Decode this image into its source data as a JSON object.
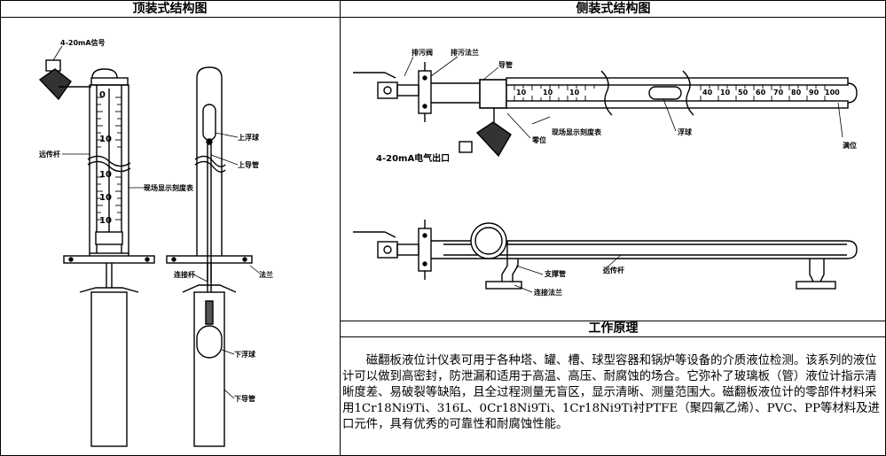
{
  "headers": {
    "top_mount": "顶装式结构图",
    "side_mount": "侧装式结构图",
    "principle": "工作原理"
  },
  "top_labels": {
    "signal": "4-20mA信号",
    "transmitter": "远传杆",
    "scale": "现场显示刻度表",
    "upper_float": "上浮球",
    "upper_guide": "上导管",
    "connector": "连接杆",
    "flange": "法兰",
    "lower_float": "下浮球",
    "lower_guide": "下导管"
  },
  "side_labels": {
    "drain_valve": "排污阀",
    "drain_flange": "排污法兰",
    "guide": "导管",
    "scale": "现场显示刻度表",
    "float": "浮球",
    "full": "满位",
    "zero": "零位",
    "output": "4-20mA电气出口",
    "support": "支撑管",
    "transmitter": "远传杆",
    "conn_flange": "连接法兰"
  },
  "scale_top": [
    "0",
    "10",
    "10",
    "10",
    "10"
  ],
  "scale_side": [
    "10",
    "10",
    "10",
    "40",
    "10",
    "50",
    "60",
    "70",
    "80",
    "90",
    "100"
  ],
  "principle_text": "　　磁翻板液位计仪表可用于各种塔、罐、槽、球型容器和锅炉等设备的介质液位检测。该系列的液位计可以做到高密封，防泄漏和适用于高温、高压、耐腐蚀的场合。它弥补了玻璃板（管）液位计指示清晰度差、易破裂等缺陷，且全过程测量无盲区，显示清晰、测量范围大。磁翻板液位计的零部件材料采用1Cr18Ni9Ti、316L、0Cr18Ni9Ti、1Cr18Ni9Ti衬PTFE（聚四氟乙烯）、PVC、PP等材料及进口元件，具有优秀的可靠性和耐腐蚀性能。"
}
